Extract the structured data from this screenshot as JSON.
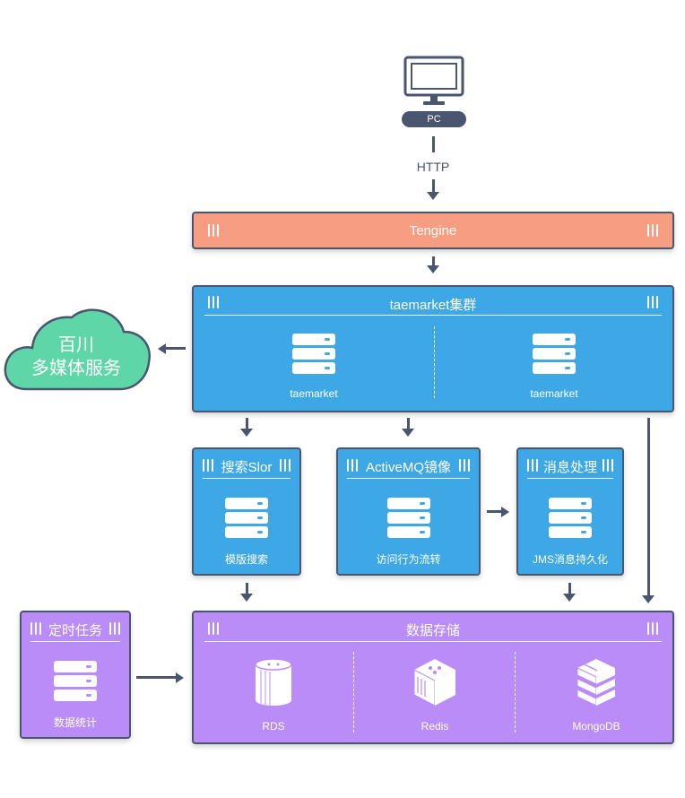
{
  "client": {
    "label": "PC",
    "icon": "monitor-icon"
  },
  "protocol": {
    "label": "HTTP"
  },
  "gateway": {
    "title": "Tengine",
    "color": "#f79d82"
  },
  "cluster": {
    "title": "taemarket集群",
    "color": "#3ea8e6",
    "nodes": [
      {
        "label": "taemarket"
      },
      {
        "label": "taemarket"
      }
    ]
  },
  "cloud": {
    "line1": "百川",
    "line2": "多媒体服务",
    "color": "#5fd6a8"
  },
  "services": [
    {
      "title": "搜索Slor",
      "label": "模版搜索"
    },
    {
      "title": "ActiveMQ镜像",
      "label": "访问行为流转"
    },
    {
      "title": "消息处理",
      "label": "JMS消息持久化"
    }
  ],
  "scheduler": {
    "title": "定时任务",
    "label": "数据统计"
  },
  "storage": {
    "title": "数据存储",
    "color": "#b98cf8",
    "items": [
      {
        "label": "RDS",
        "icon": "database-cylinder-icon"
      },
      {
        "label": "Redis",
        "icon": "redis-cube-icon"
      },
      {
        "label": "MongoDB",
        "icon": "mongodb-stack-icon"
      }
    ]
  }
}
